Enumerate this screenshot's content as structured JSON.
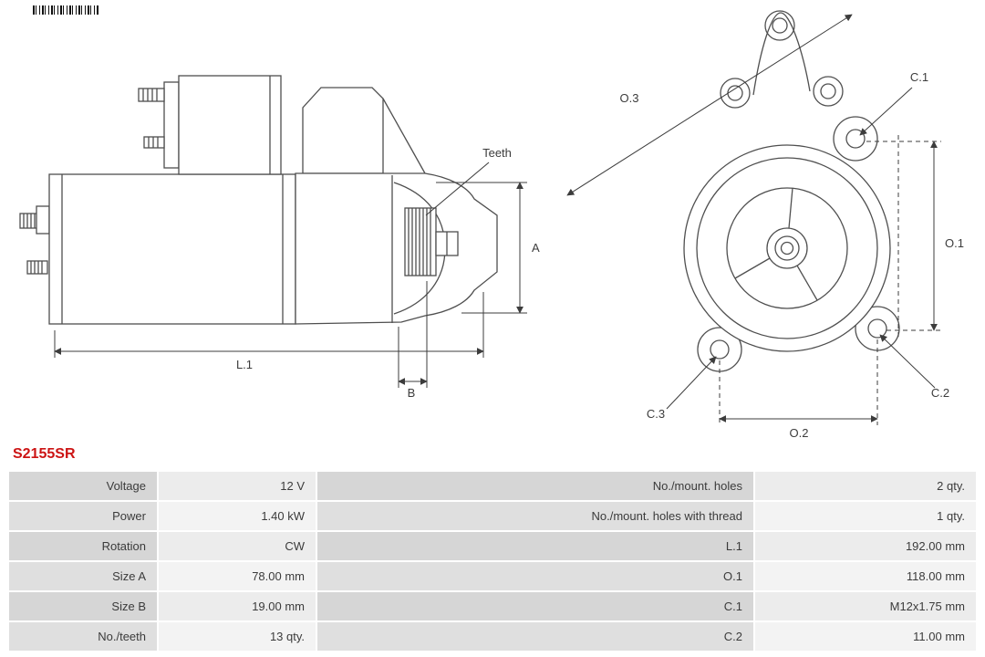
{
  "part_number": "S2155SR",
  "accent_color": "#cc1414",
  "diagram": {
    "side_labels": {
      "teeth": "Teeth",
      "size_a": "A",
      "size_b": "B",
      "length_l1": "L.1"
    },
    "front_labels": {
      "o1": "O.1",
      "o2": "O.2",
      "o3": "O.3",
      "c1": "C.1",
      "c2": "C.2",
      "c3": "C.3"
    }
  },
  "table": {
    "rows": [
      {
        "label1": "Voltage",
        "value1": "12 V",
        "label2": "No./mount. holes",
        "value2": "2 qty."
      },
      {
        "label1": "Power",
        "value1": "1.40 kW",
        "label2": "No./mount. holes with thread",
        "value2": "1 qty."
      },
      {
        "label1": "Rotation",
        "value1": "CW",
        "label2": "L.1",
        "value2": "192.00 mm"
      },
      {
        "label1": "Size A",
        "value1": "78.00 mm",
        "label2": "O.1",
        "value2": "118.00 mm"
      },
      {
        "label1": "Size B",
        "value1": "19.00 mm",
        "label2": "C.1",
        "value2": "M12x1.75 mm"
      },
      {
        "label1": "No./teeth",
        "value1": "13 qty.",
        "label2": "C.2",
        "value2": "11.00 mm"
      }
    ]
  }
}
